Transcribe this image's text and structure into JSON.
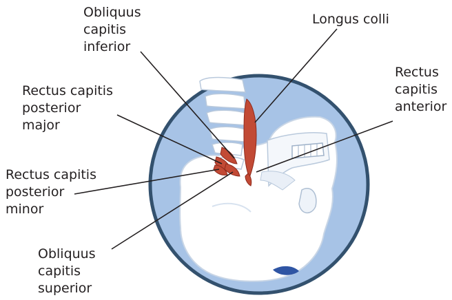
{
  "labels": {
    "obliquus_capitis_inferior": "Obliquus\ncapitis\ninferior",
    "longus_colli": "Longus colli",
    "rectus_capitis_anterior": "Rectus\ncapitis\nanterior",
    "rectus_capitis_posterior_major": "Rectus capitis\nposterior\nmajor",
    "rectus_capitis_posterior_minor": "Rectus capitis\nposterior\nminor",
    "obliquus_capitis_superior": "Obliquus\ncapitis\nsuperior"
  },
  "colors": {
    "circle_fill": "#a7c3e6",
    "circle_stroke": "#33516e",
    "bone": "#ffffff",
    "bone_shade": "#d7e2ef",
    "muscle": "#c24a35",
    "leader": "#231f20"
  }
}
